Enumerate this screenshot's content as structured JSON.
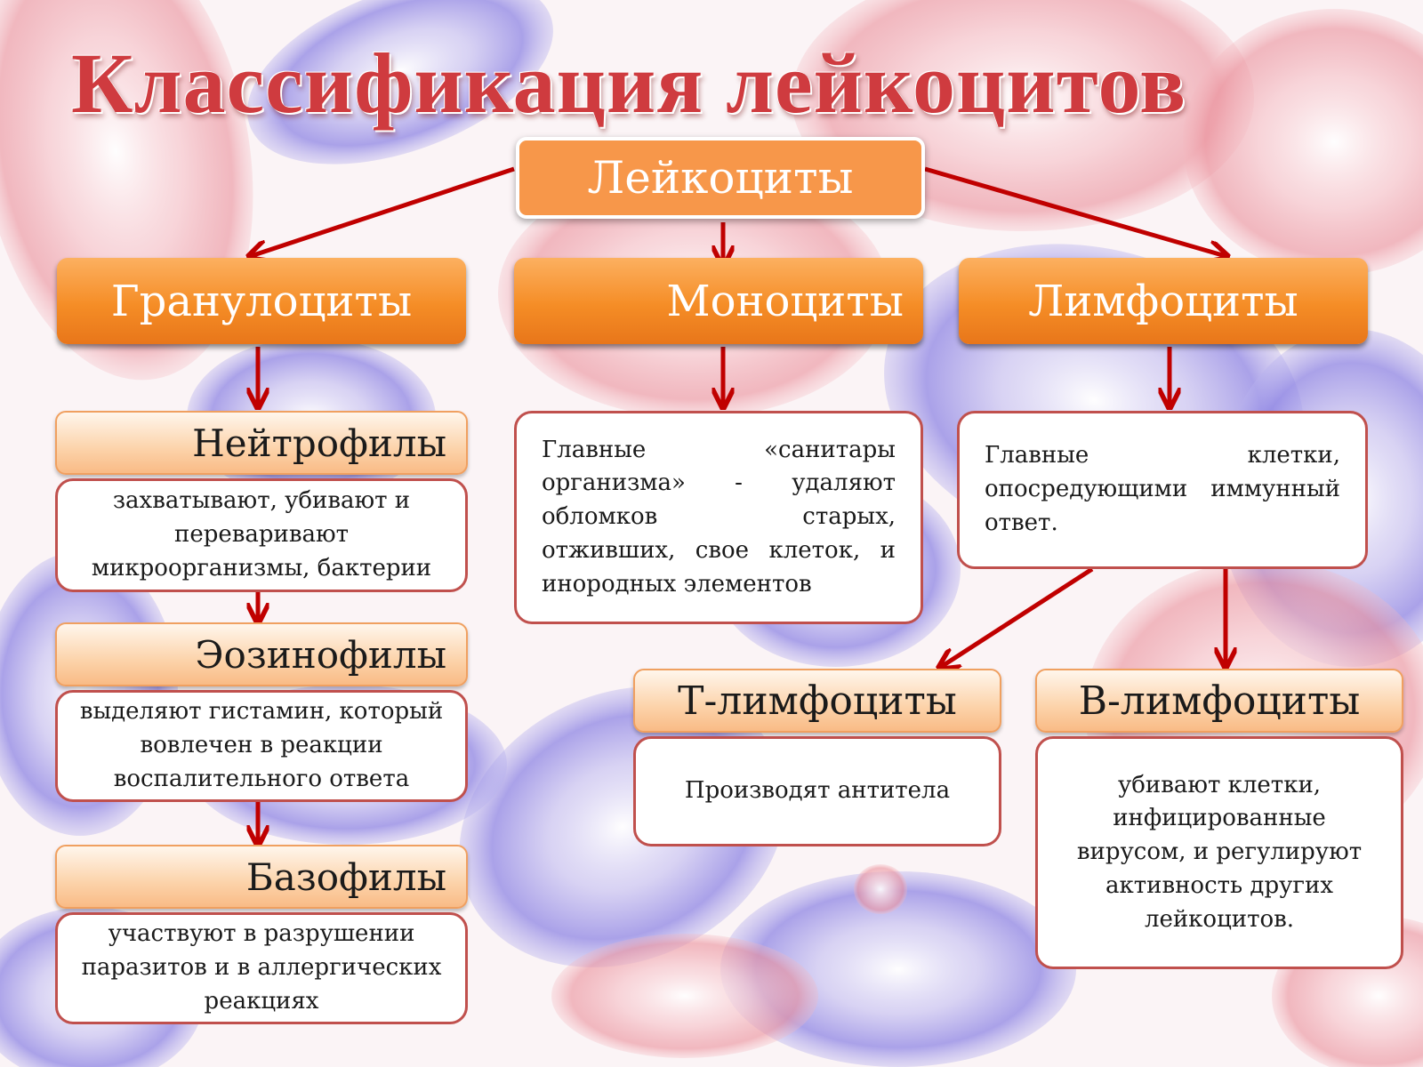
{
  "title": "Классификация лейкоцитов",
  "colors": {
    "arrow": "#c00000",
    "box_border": "#c0504d",
    "orange": "#f58d26"
  },
  "root": {
    "label": "Лейкоциты"
  },
  "categories": {
    "granulocytes": {
      "label": "Гранулоциты"
    },
    "monocytes": {
      "label": "Моноциты",
      "description": "Главные «санитары организма» - удаляют обломков старых, отживших, свое клеток, и инородных элементов"
    },
    "lymphocytes": {
      "label": "Лимфоциты",
      "description": "Главные клетки, опосредующими иммунный ответ."
    }
  },
  "granulocytes": [
    {
      "label": "Нейтрофилы",
      "description": "захватывают, убивают и переваривают микроорганизмы, бактерии"
    },
    {
      "label": "Эозинофилы",
      "description": "выделяют гистамин, который вовлечен в реакции воспалительного ответа"
    },
    {
      "label": "Базофилы",
      "description": "участвуют в разрушении паразитов и в аллергических реакциях"
    }
  ],
  "lymphocyte_types": [
    {
      "label": "Т-лимфоциты",
      "description": "Производят антитела"
    },
    {
      "label": "В-лимфоциты",
      "description": "убивают клетки, инфицированные вирусом, и регулируют активность других лейкоцитов."
    }
  ]
}
